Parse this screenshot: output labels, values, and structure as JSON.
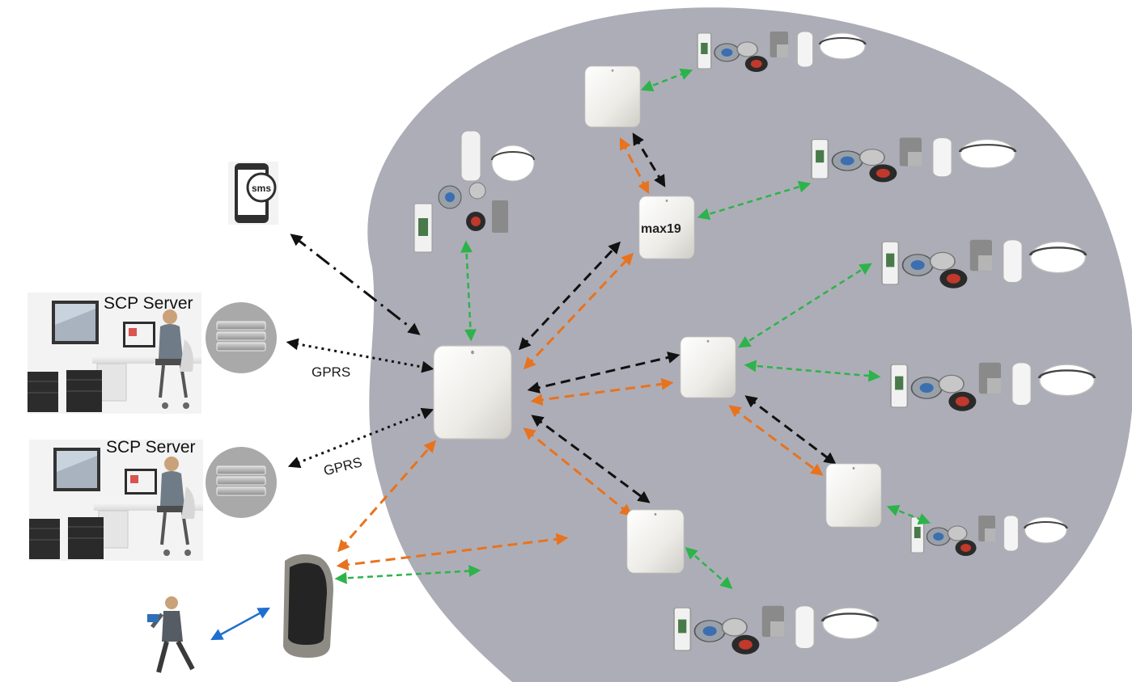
{
  "labels": {
    "server_top": "SCP Server",
    "server_bottom": "SCP Server",
    "gprs_top": "GPRS",
    "gprs_bottom": "GPRS",
    "repeater_name": "max19",
    "sms": "sms"
  },
  "colors": {
    "mesh_area": "#adadb7",
    "orange_link": "#e8731e",
    "black_link": "#111111",
    "green_link": "#2db34a",
    "blue_link": "#1f6fd1",
    "node_body": "#ecebe6"
  },
  "icons": {
    "phone": "smartphone-sms-icon",
    "server_stack": "server-rack-icon",
    "operator": "operator-workstation-icon",
    "gateway": "gateway-node-icon",
    "repeater": "repeater-node-icon",
    "handheld": "handheld-reader-icon",
    "walker": "field-technician-icon",
    "meter_group": "meter-device-group-icon"
  }
}
